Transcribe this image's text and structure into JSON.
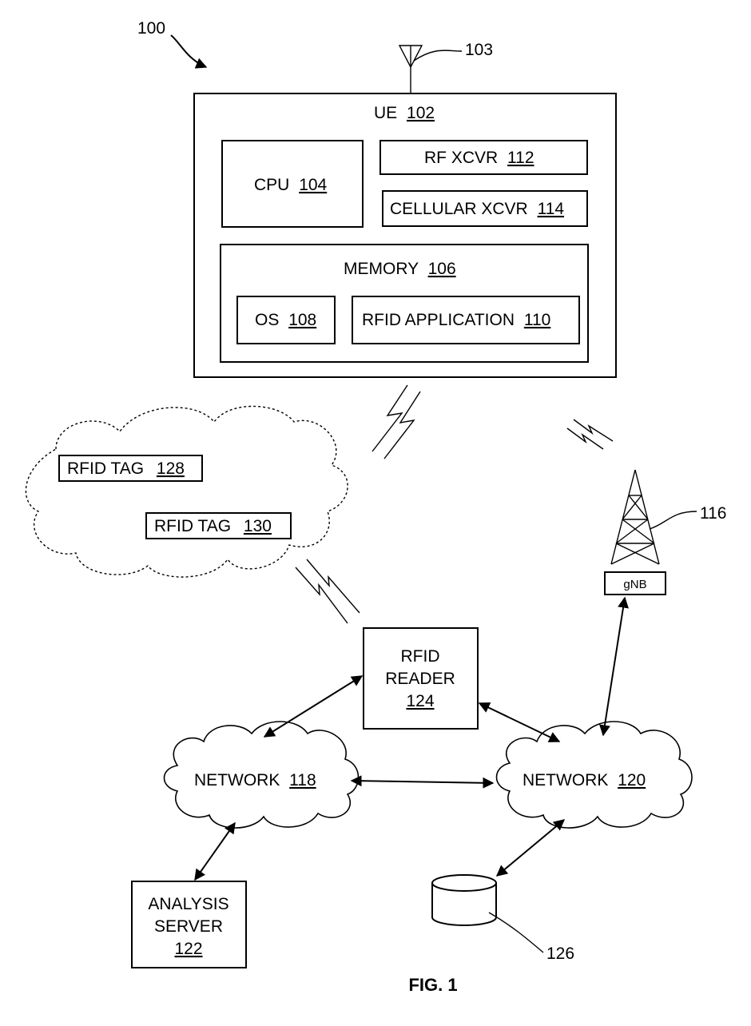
{
  "figure": {
    "ref_100": "100",
    "caption": "FIG. 1"
  },
  "ue": {
    "title": "UE",
    "title_num": "102",
    "antenna_ref": "103",
    "cpu": {
      "label": "CPU",
      "num": "104"
    },
    "rf_xcvr": {
      "label": "RF XCVR",
      "num": "112"
    },
    "cell_xcvr": {
      "label": "CELLULAR XCVR",
      "num": "114"
    },
    "memory": {
      "label": "MEMORY",
      "num": "106",
      "os": {
        "label": "OS",
        "num": "108"
      },
      "rfid_app": {
        "label": "RFID APPLICATION",
        "num": "110"
      }
    }
  },
  "tags": {
    "tag1": {
      "label": "RFID TAG",
      "num": "128"
    },
    "tag2": {
      "label": "RFID TAG",
      "num": "130"
    }
  },
  "tower": {
    "label": "gNB",
    "ref": "116"
  },
  "reader": {
    "line1": "RFID",
    "line2": "READER",
    "num": "124"
  },
  "network118": {
    "label": "NETWORK",
    "num": "118"
  },
  "network120": {
    "label": "NETWORK",
    "num": "120"
  },
  "server": {
    "line1": "ANALYSIS",
    "line2": "SERVER",
    "num": "122"
  },
  "database": {
    "ref": "126"
  }
}
